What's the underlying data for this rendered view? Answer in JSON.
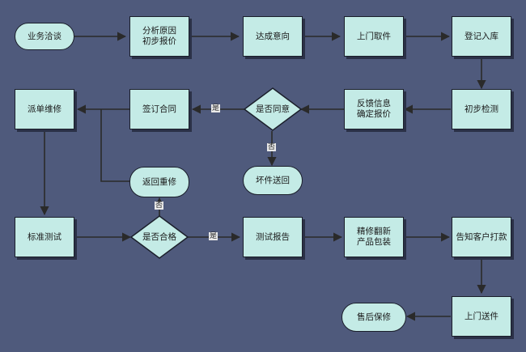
{
  "nodes": {
    "n1": "业务洽谈",
    "n2": "分析原因\n初步报价",
    "n3": "达成意向",
    "n4": "上门取件",
    "n5": "登记入库",
    "n6": "初步检测",
    "n7": "反馈信息\n确定报价",
    "n8": "是否同意",
    "n9": "签订合同",
    "n10": "派单维修",
    "n11": "坏件送回",
    "n12": "返回重修",
    "n13": "标准测试",
    "n14": "是否合格",
    "n15": "测试报告",
    "n16": "精修翻新\n产品包装",
    "n17": "告知客户打款",
    "n18": "上门送件",
    "n19": "售后保修"
  },
  "edge_labels": {
    "agree_yes": "是",
    "agree_no": "否",
    "pass_yes": "是",
    "pass_no": "否"
  },
  "colors": {
    "background": "#4f5a7c",
    "node_fill": "#c4ebe6",
    "line": "#2a2a2a"
  }
}
